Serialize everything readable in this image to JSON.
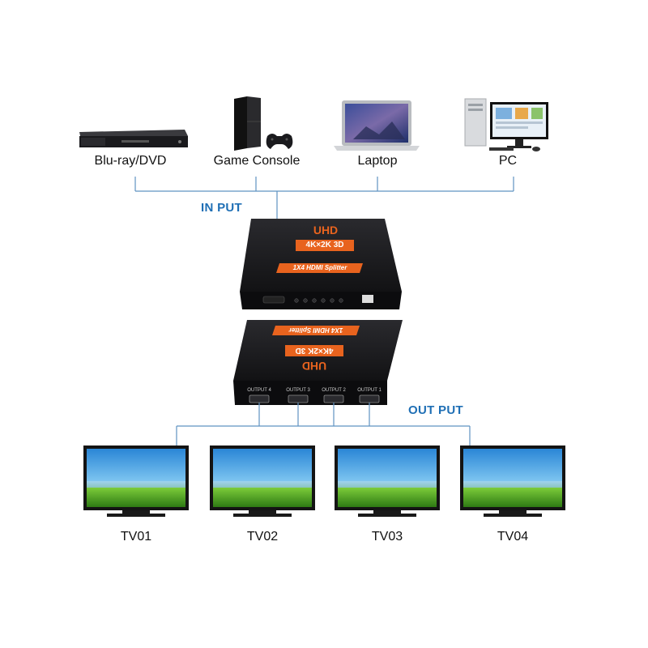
{
  "sources": [
    {
      "label": "Blu-ray/DVD",
      "icon": "bluray-player-icon"
    },
    {
      "label": "Game Console",
      "icon": "game-console-icon"
    },
    {
      "label": "Laptop",
      "icon": "laptop-icon"
    },
    {
      "label": "PC",
      "icon": "desktop-pc-icon"
    }
  ],
  "input_label": "IN PUT",
  "output_label": "OUT PUT",
  "splitter": {
    "brand": "UHD",
    "resolution": "4K×2K 3D",
    "model": "1X4 HDMI Splitter",
    "outputs": [
      "OUTPUT 4",
      "OUTPUT 3",
      "OUTPUT 2",
      "OUTPUT 1"
    ]
  },
  "tvs": [
    {
      "label": "TV01"
    },
    {
      "label": "TV02"
    },
    {
      "label": "TV03"
    },
    {
      "label": "TV04"
    }
  ],
  "colors": {
    "connector_line": "#5f93c2",
    "label_blue": "#1f6fb5",
    "badge_orange": "#e8631e",
    "device_black": "#17171a"
  }
}
